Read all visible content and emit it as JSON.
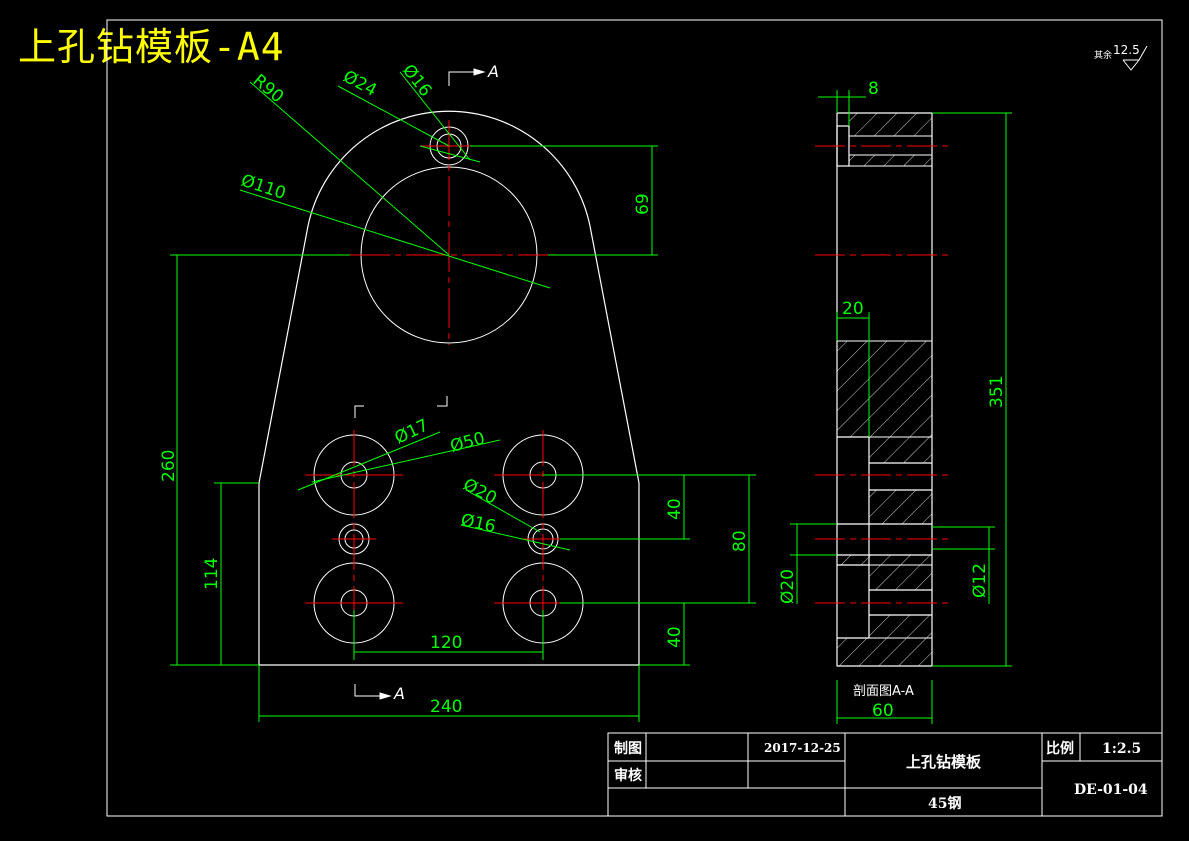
{
  "title": "上孔钻模板-A4",
  "roughness": {
    "symbol_note": "其余",
    "value": "12.5"
  },
  "front_view": {
    "section_marker_top": "A",
    "section_marker_bottom": "A",
    "dims": {
      "r90": "R90",
      "d24": "Ø24",
      "d16_top": "Ø16",
      "d110": "Ø110",
      "v69": "69",
      "v260": "260",
      "v114": "114",
      "d17": "Ø17",
      "d50": "Ø50",
      "d20": "Ø20",
      "d16_mid": "Ø16",
      "v40_top": "40",
      "v80": "80",
      "v40_bottom": "40",
      "h120": "120",
      "h240": "240"
    }
  },
  "section_view": {
    "caption": "剖面图A-A",
    "dims": {
      "h8": "8",
      "h20": "20",
      "v351": "351",
      "d20": "Ø20",
      "d12": "Ø12",
      "h60": "60"
    }
  },
  "title_block": {
    "drawn_label": "制图",
    "date": "2017-12-25",
    "checked_label": "审核",
    "part_name": "上孔钻模板",
    "scale_label": "比例",
    "scale_value": "1:2.5",
    "material": "45钢",
    "drawing_no": "DE-01-04"
  },
  "colors": {
    "outline": "#ffffff",
    "dimension": "#00ff00",
    "centerline": "#ff0000",
    "title_text": "#ffff00"
  }
}
